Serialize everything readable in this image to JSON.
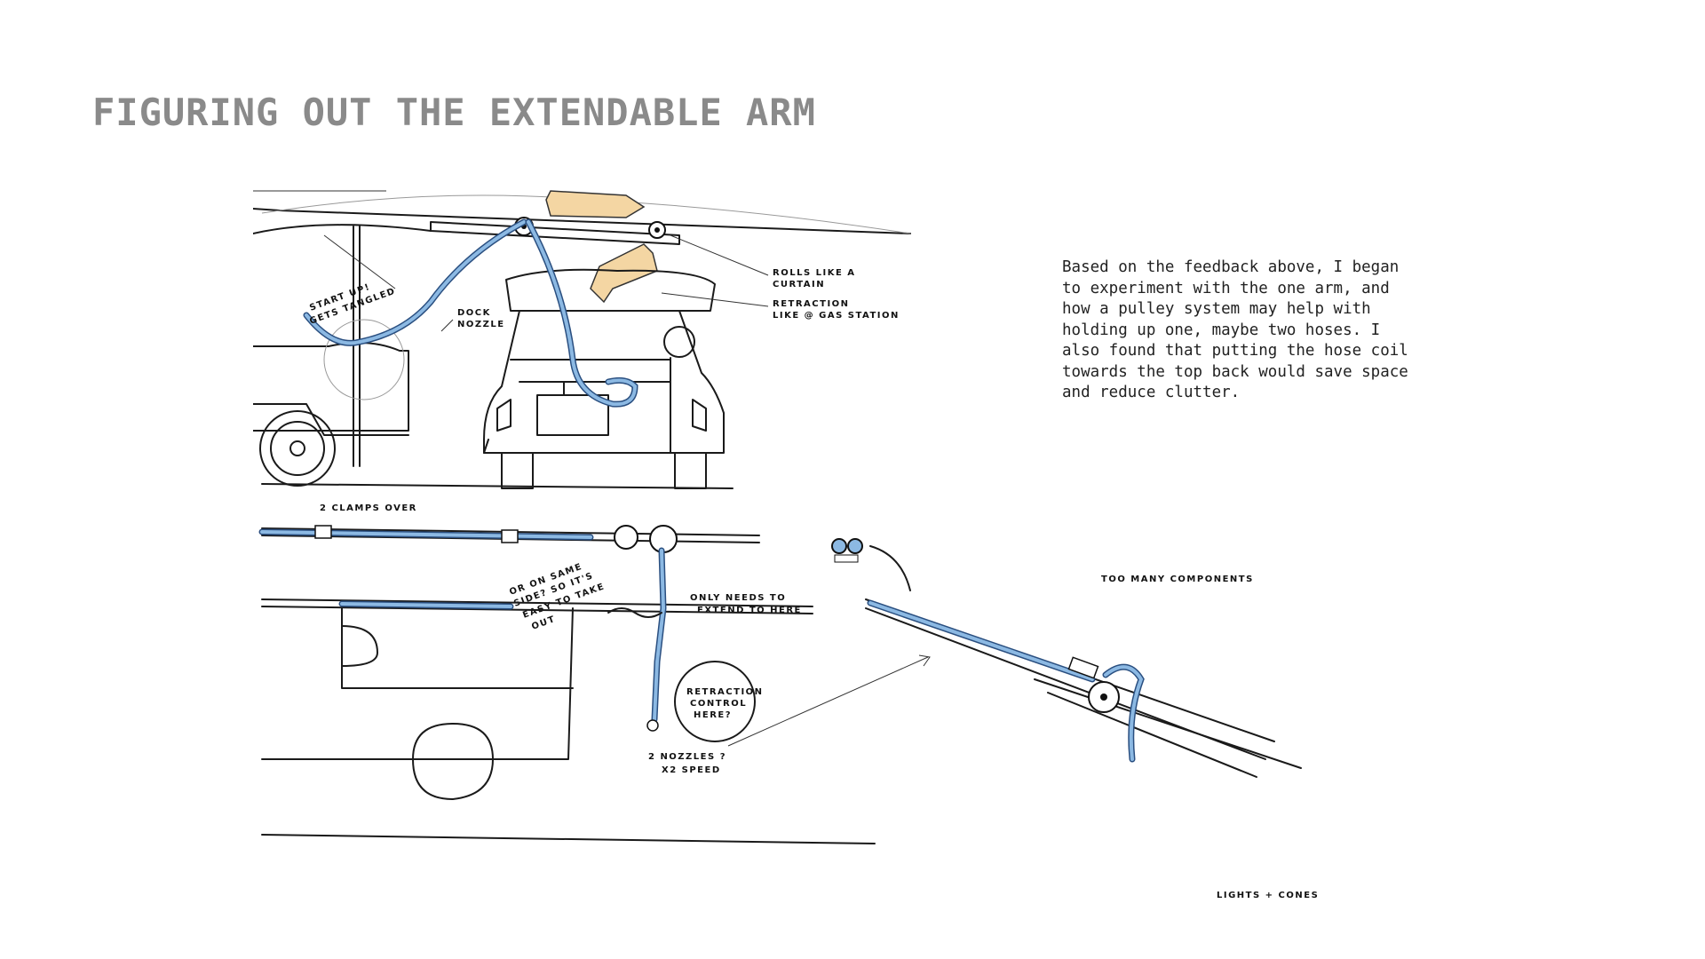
{
  "title": "FIGURING OUT THE EXTENDABLE ARM",
  "description": "Based on the feedback above, I began to experiment with the one arm, and how a pulley system may help with holding up one, maybe two hoses. I also found that putting the hose coil towards the top back would save space and reduce clutter.",
  "sketch": {
    "annotations": {
      "rolls_like_a": "ROLLS LIKE A",
      "curtain": "CURTAIN",
      "retraction": "RETRACTION",
      "like_gas_station": "LIKE @ GAS STATION",
      "start_up": "START UP!",
      "gets_tangled": "GETS TANGLED",
      "dock": "DOCK",
      "nozzle": "NOZZLE",
      "clamps_over": "2 CLAMPS OVER",
      "or_on_same": "OR ON SAME",
      "side": "SIDE? SO IT'S",
      "easy": "EASY TO TAKE",
      "out": "OUT",
      "only_needs": "ONLY NEEDS TO",
      "extend_here": "EXTEND TO HERE",
      "retraction_control": "RETRACTION",
      "control": "CONTROL",
      "here": "HERE?",
      "nozzles": "2 NOZZLES ?",
      "x2_speed": "X2 SPEED",
      "too_many": "TOO MANY COMPONENTS",
      "lights_cones": "LIGHTS + CONES"
    }
  }
}
